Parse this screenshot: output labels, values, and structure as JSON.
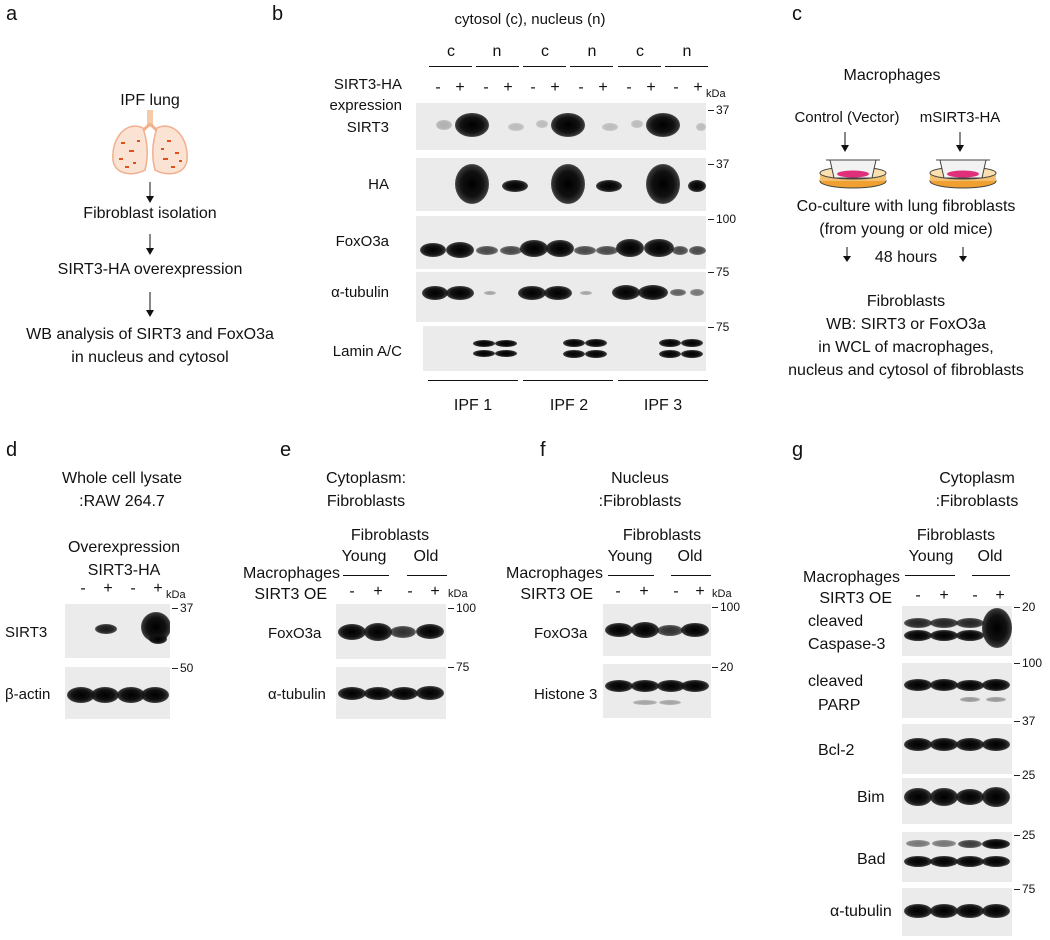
{
  "panel_a": {
    "letter": "a",
    "title": "IPF lung",
    "step1": "Fibroblast isolation",
    "step2": "SIRT3-HA overexpression",
    "step3_line1": "WB analysis of SIRT3 and FoxO3a",
    "step3_line2": "in nucleus and cytosol"
  },
  "panel_b": {
    "letter": "b",
    "header": "cytosol (c), nucleus (n)",
    "compartments": [
      "c",
      "n",
      "c",
      "n",
      "c",
      "n"
    ],
    "row_label_line1": "SIRT3-HA",
    "row_label_line2": "expression",
    "signs": [
      "-",
      "+",
      "-",
      "+",
      "-",
      "+",
      "-",
      "+",
      "-",
      "+",
      "-",
      "+"
    ],
    "kda_unit": "kDa",
    "blots": [
      "SIRT3",
      "HA",
      "FoxO3a",
      "α-tubulin",
      "Lamin A/C"
    ],
    "markers": [
      "37",
      "37",
      "100",
      "75",
      "75"
    ],
    "groups": [
      "IPF 1",
      "IPF 2",
      "IPF 3"
    ]
  },
  "panel_c": {
    "letter": "c",
    "title": "Macrophages",
    "left_label": "Control (Vector)",
    "right_label": "mSIRT3-HA",
    "coculture_line1": "Co-culture with lung fibroblasts",
    "coculture_line2": "(from young or old mice)",
    "time": "48 hours",
    "out_line1": "Fibroblasts",
    "out_line2": "WB: SIRT3 or FoxO3a",
    "out_line3": "in WCL of macrophages,",
    "out_line4": "nucleus and cytosol of fibroblasts"
  },
  "panel_d": {
    "letter": "d",
    "title_line1": "Whole cell lysate",
    "title_line2": ":RAW 264.7",
    "sub_line1": "Overexpression",
    "sub_line2": "SIRT3-HA",
    "signs": [
      "-",
      "+",
      "-",
      "+"
    ],
    "kda_unit": "kDa",
    "blots": [
      "SIRT3",
      "β-actin"
    ],
    "markers": [
      "37",
      "50"
    ]
  },
  "panel_e": {
    "letter": "e",
    "title_line1": "Cytoplasm:",
    "title_line2": "Fibroblasts",
    "fibro": "Fibroblasts",
    "macro": "Macrophages",
    "young": "Young",
    "old": "Old",
    "oe": "SIRT3 OE",
    "signs": [
      "-",
      "+",
      "-",
      "+"
    ],
    "kda_unit": "kDa",
    "blots": [
      "FoxO3a",
      "α-tubulin"
    ],
    "markers": [
      "100",
      "75"
    ]
  },
  "panel_f": {
    "letter": "f",
    "title_line1": "Nucleus",
    "title_line2": ":Fibroblasts",
    "fibro": "Fibroblasts",
    "macro": "Macrophages",
    "young": "Young",
    "old": "Old",
    "oe": "SIRT3 OE",
    "signs": [
      "-",
      "+",
      "-",
      "+"
    ],
    "kda_unit": "kDa",
    "blots": [
      "FoxO3a",
      "Histone 3"
    ],
    "markers": [
      "100",
      "20"
    ]
  },
  "panel_g": {
    "letter": "g",
    "title_line1": "Cytoplasm",
    "title_line2": ":Fibroblasts",
    "fibro": "Fibroblasts",
    "macro": "Macrophages",
    "young": "Young",
    "old": "Old",
    "oe": "SIRT3 OE",
    "signs": [
      "-",
      "+",
      "-",
      "+"
    ],
    "blots": [
      "cleaved",
      "Caspase-3",
      "cleaved",
      "PARP",
      "Bcl-2",
      "Bim",
      "Bad",
      "α-tubulin"
    ],
    "markers": [
      "20",
      "100",
      "37",
      "25",
      "25",
      "75"
    ]
  },
  "colors": {
    "text": "#111111",
    "blot_bg": "#ebebeb",
    "band": "#0a0a0a",
    "dish_orange": "#f0a030",
    "dish_pink": "#e0307a",
    "lung": "#f3b08a"
  }
}
